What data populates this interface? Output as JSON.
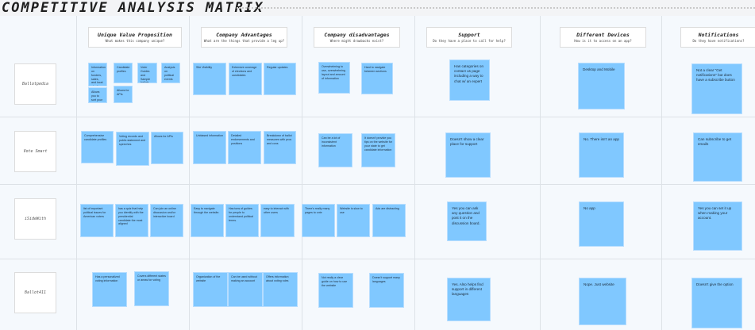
{
  "title": "COMPETITIVE ANALYSIS MATRIX",
  "colors": {
    "sticky": "#80c8ff",
    "board": "#f5f9fd"
  },
  "columns": [
    {
      "title": "Unique Value Proposition",
      "subtitle": "What makes this company unique?"
    },
    {
      "title": "Company Advantages",
      "subtitle": "What are the things that provide a leg up?"
    },
    {
      "title": "Company disadvantages",
      "subtitle": "Where might drawbacks exist?"
    },
    {
      "title": "Support",
      "subtitle": "Do they have a place to call for help?"
    },
    {
      "title": "Different Devices",
      "subtitle": "How is it to access on an app?"
    },
    {
      "title": "Notifications",
      "subtitle": "Do they have notifications?"
    }
  ],
  "rows": [
    {
      "label": "Ballotpedia",
      "cells": [
        [
          "Information on funders, sates, and local elections.",
          "Allows you to sort your ballot to get updates.",
          "Candidate profiles",
          "Voter Guides and Sample ballots",
          "Analysis on political events",
          "Allows for APIs"
        ],
        [
          "Site Visibility",
          "Extensive coverage of elections and candidates",
          "Regular updates"
        ],
        [
          "Overwhelming to use, overwhelming layout and amount of information",
          "Hard to navigate between sections"
        ],
        [
          "Has categories on contact us page including a way to chat w/ an expert"
        ],
        [
          "Desktop and Mobile"
        ],
        [
          "Not a clear \"Get notifications\" but does have a subscribe button"
        ]
      ]
    },
    {
      "label": "Vote Smart",
      "cells": [
        [
          "Comprehensive candidate profiles",
          "Voting records and public statement and speeches",
          "Allows for APIs"
        ],
        [
          "Unbiased information",
          "Detailed endorsements and positions",
          "Breakdown of ballot measures with pros and cons"
        ],
        [
          "Can be a lot of inconsistent information",
          "It doesn't provide you tips on the website for your state to get candidate information"
        ],
        [
          "Doesn't show a clear place for support"
        ],
        [
          "No. There isn't an app"
        ],
        [
          "Can subscribe to get emails"
        ]
      ]
    },
    {
      "label": "iSideWith",
      "cells": [
        [
          "list of important political issues for American voters",
          "has a quiz that help you identify with the presidential candidate the most aligned",
          "Can join an online discussion and/or interactive board"
        ],
        [
          "Easy to navigate through the website.",
          "Has tons of guides for people to understand political terms.",
          "easy to interact with other users"
        ],
        [
          "There's really many pages to vote",
          "Website is slow to use",
          "Ads are distracting"
        ],
        [
          "Yes you can ask any question and post it on the discussion board."
        ],
        [
          "No app"
        ],
        [
          "Yes you can set it up when making your account."
        ]
      ]
    },
    {
      "label": "Ballot411",
      "cells": [
        [
          "Has a personalized voting information",
          "Covers different states or areas for voting"
        ],
        [
          "Organization of the website",
          "Can be used without making an account",
          "Offers information about voting rules"
        ],
        [
          "Not really a clear guide on how to use the website",
          "Doesn't support many languages"
        ],
        [
          "Yes. Also helps find support in different languages"
        ],
        [
          "Nope. Just website"
        ],
        [
          "Doesn't give the option"
        ]
      ]
    }
  ]
}
